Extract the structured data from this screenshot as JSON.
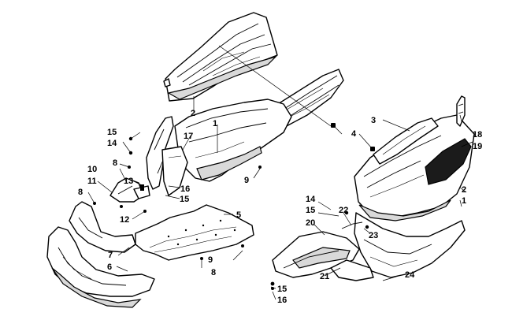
{
  "diagram": {
    "callouts": [
      {
        "id": "c1a",
        "text": "1"
      },
      {
        "id": "c1b",
        "text": "1"
      },
      {
        "id": "c2a",
        "text": "2"
      },
      {
        "id": "c2b",
        "text": "2"
      },
      {
        "id": "c3",
        "text": "3"
      },
      {
        "id": "c4",
        "text": "4"
      },
      {
        "id": "c5",
        "text": "5"
      },
      {
        "id": "c6",
        "text": "6"
      },
      {
        "id": "c7",
        "text": "7"
      },
      {
        "id": "c8a",
        "text": "8"
      },
      {
        "id": "c8b",
        "text": "8"
      },
      {
        "id": "c8c",
        "text": "8"
      },
      {
        "id": "c9a",
        "text": "9"
      },
      {
        "id": "c9b",
        "text": "9"
      },
      {
        "id": "c10",
        "text": "10"
      },
      {
        "id": "c11",
        "text": "11"
      },
      {
        "id": "c12",
        "text": "12"
      },
      {
        "id": "c13",
        "text": "13"
      },
      {
        "id": "c14a",
        "text": "14"
      },
      {
        "id": "c14b",
        "text": "14"
      },
      {
        "id": "c15a",
        "text": "15"
      },
      {
        "id": "c15b",
        "text": "15"
      },
      {
        "id": "c15c",
        "text": "15"
      },
      {
        "id": "c15d",
        "text": "15"
      },
      {
        "id": "c16a",
        "text": "16"
      },
      {
        "id": "c16b",
        "text": "16"
      },
      {
        "id": "c17",
        "text": "17"
      },
      {
        "id": "c18",
        "text": "18"
      },
      {
        "id": "c19",
        "text": "19"
      },
      {
        "id": "c20",
        "text": "20"
      },
      {
        "id": "c21",
        "text": "21"
      },
      {
        "id": "c22",
        "text": "22"
      },
      {
        "id": "c23",
        "text": "23"
      },
      {
        "id": "c24",
        "text": "24"
      }
    ]
  }
}
